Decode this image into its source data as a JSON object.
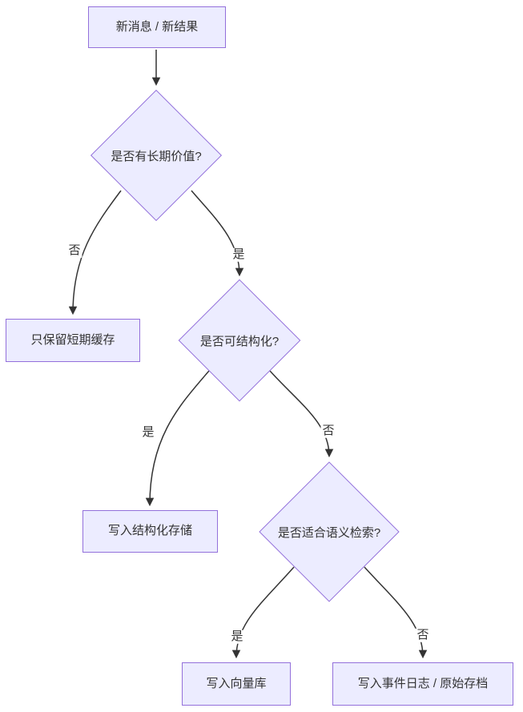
{
  "diagram": {
    "type": "flowchart",
    "direction": "top-down",
    "colors": {
      "node_fill": "#ECECFF",
      "node_border": "#9370DB",
      "edge_stroke": "#333333",
      "text": "#333333",
      "background": "#ffffff"
    },
    "nodes": [
      {
        "id": "start",
        "shape": "rect",
        "label": "新消息 / 新结果"
      },
      {
        "id": "q1",
        "shape": "diamond",
        "label": "是否有长期价值?"
      },
      {
        "id": "cache",
        "shape": "rect",
        "label": "只保留短期缓存"
      },
      {
        "id": "q2",
        "shape": "diamond",
        "label": "是否可结构化?"
      },
      {
        "id": "structured",
        "shape": "rect",
        "label": "写入结构化存储"
      },
      {
        "id": "q3",
        "shape": "diamond",
        "label": "是否适合语义检索?"
      },
      {
        "id": "vector",
        "shape": "rect",
        "label": "写入向量库"
      },
      {
        "id": "archive",
        "shape": "rect",
        "label": "写入事件日志 / 原始存档"
      }
    ],
    "edges": [
      {
        "from": "start",
        "to": "q1",
        "label": ""
      },
      {
        "from": "q1",
        "to": "cache",
        "label": "否"
      },
      {
        "from": "q1",
        "to": "q2",
        "label": "是"
      },
      {
        "from": "q2",
        "to": "structured",
        "label": "是"
      },
      {
        "from": "q2",
        "to": "q3",
        "label": "否"
      },
      {
        "from": "q3",
        "to": "vector",
        "label": "是"
      },
      {
        "from": "q3",
        "to": "archive",
        "label": "否"
      }
    ]
  }
}
